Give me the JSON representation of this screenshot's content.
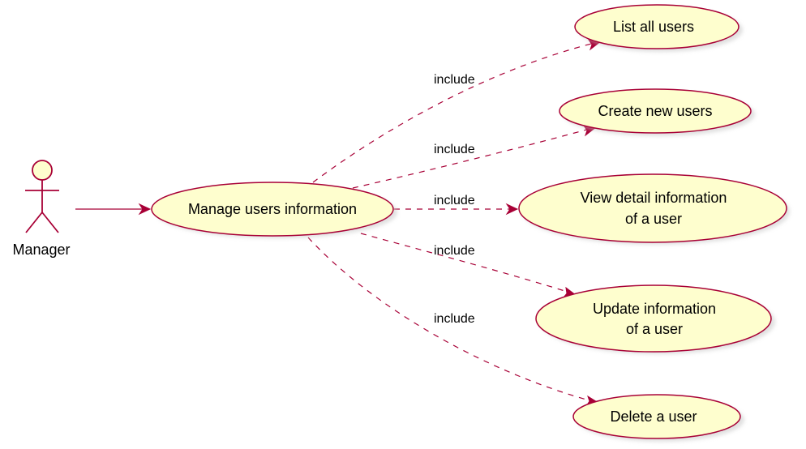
{
  "colors": {
    "usecase_fill": "#FEFECE",
    "border": "#A80036",
    "text": "#000000",
    "background": "#FFFFFF"
  },
  "actor": {
    "name": "Manager"
  },
  "main_use_case": {
    "label": "Manage users information"
  },
  "use_cases": [
    {
      "id": "list",
      "lines": [
        "List all users"
      ]
    },
    {
      "id": "create",
      "lines": [
        "Create new users"
      ]
    },
    {
      "id": "view",
      "lines": [
        "View detail information",
        "of a user"
      ]
    },
    {
      "id": "update",
      "lines": [
        "Update information",
        "of a user"
      ]
    },
    {
      "id": "delete",
      "lines": [
        "Delete a user"
      ]
    }
  ],
  "relations": [
    {
      "to": "list",
      "label": "include"
    },
    {
      "to": "create",
      "label": "include"
    },
    {
      "to": "view",
      "label": "include"
    },
    {
      "to": "update",
      "label": "include"
    },
    {
      "to": "delete",
      "label": "include"
    }
  ]
}
